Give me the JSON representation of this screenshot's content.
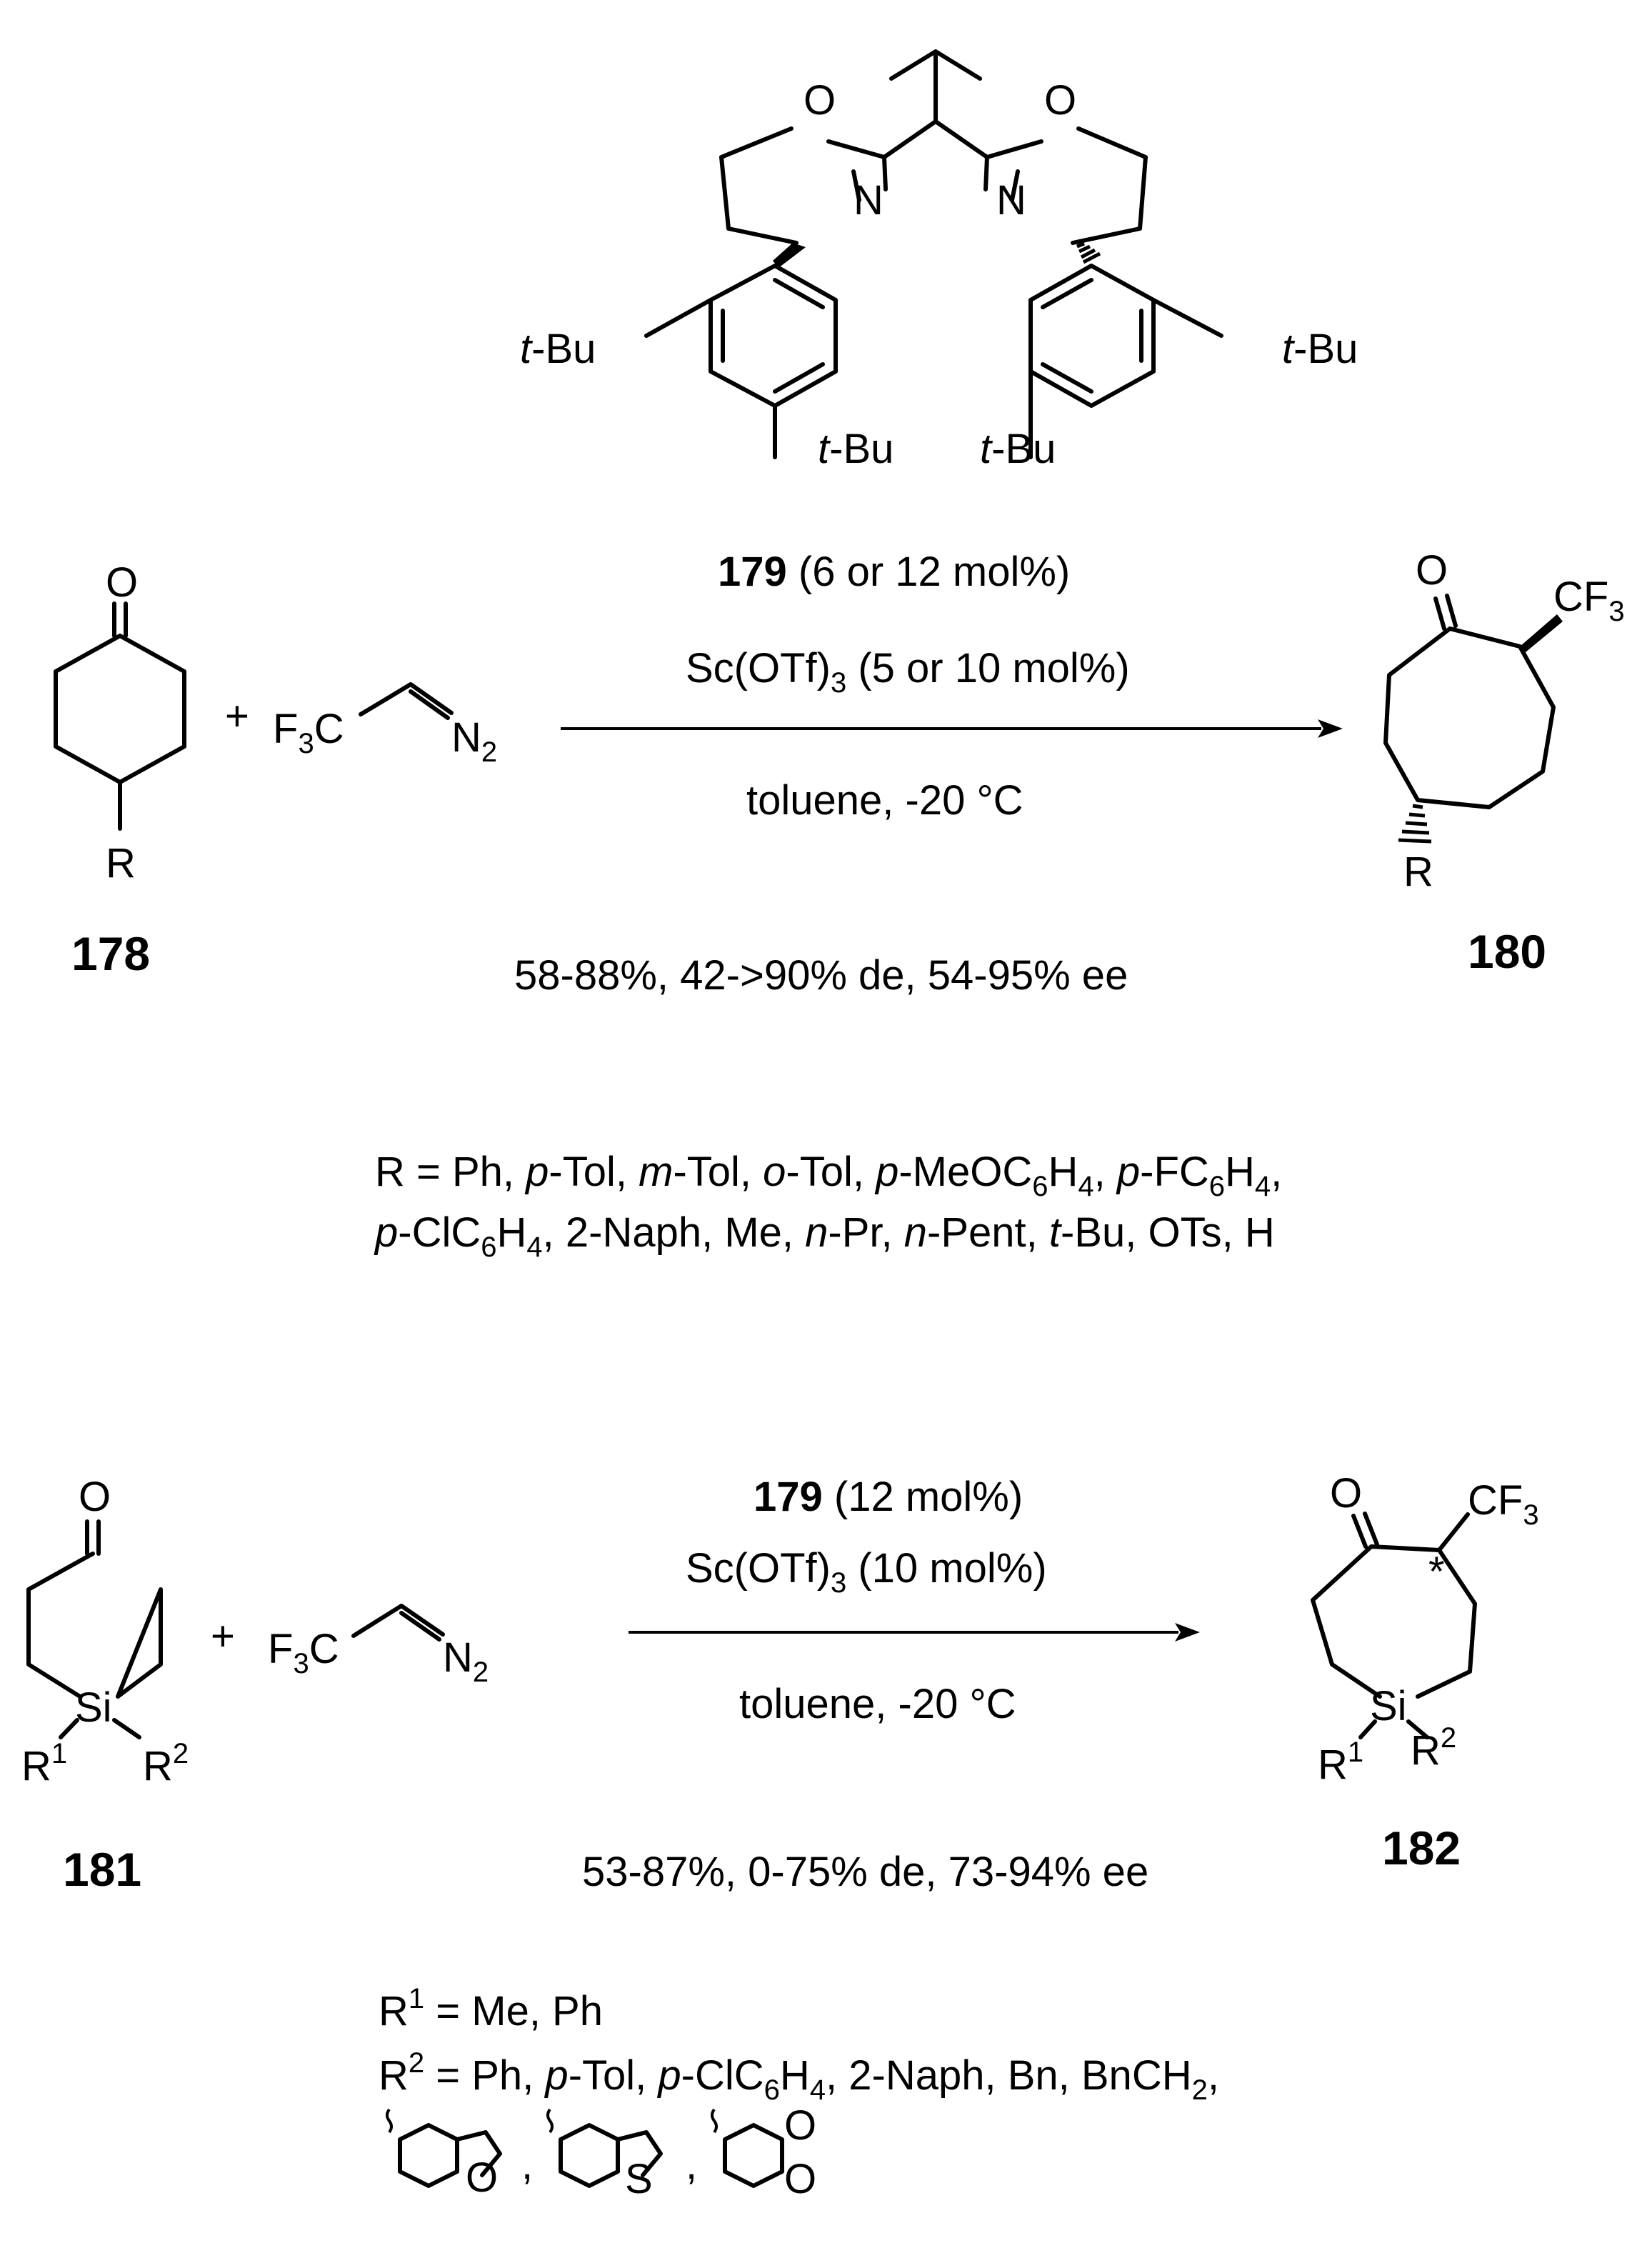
{
  "ligand": {
    "atoms": {
      "O": "O",
      "N": "N"
    },
    "tbu_prefix": "t",
    "tbu_suffix": "-Bu"
  },
  "reaction1": {
    "reactant_label": "178",
    "reactant_R": "R",
    "reactant_O": "O",
    "plus": "+",
    "diazo": {
      "f": "F",
      "f_sub": "3",
      "c": "C",
      "n": "N",
      "n_sub": "2"
    },
    "reagent_line1_bold": "179",
    "reagent_line1_rest": " (6 or 12 mol%)",
    "reagent_line2_pre": "Sc(OTf)",
    "reagent_line2_sub": "3",
    "reagent_line2_post": " (5 or 10 mol%)",
    "conditions": "toluene, -20 °C",
    "result": "58-88%, 42->90% de, 54-95% ee",
    "product_label": "180",
    "product_O": "O",
    "product_R": "R",
    "product_cf3": {
      "c": "CF",
      "sub": "3"
    }
  },
  "scope1": {
    "line1": [
      {
        "t": "R = Ph, "
      },
      {
        "t": "p",
        "i": true
      },
      {
        "t": "-Tol, "
      },
      {
        "t": "m",
        "i": true
      },
      {
        "t": "-Tol, "
      },
      {
        "t": "o",
        "i": true
      },
      {
        "t": "-Tol, "
      },
      {
        "t": "p",
        "i": true
      },
      {
        "t": "-MeOC"
      },
      {
        "t": "6",
        "s": true
      },
      {
        "t": "H"
      },
      {
        "t": "4",
        "s": true
      },
      {
        "t": ", "
      },
      {
        "t": "p",
        "i": true
      },
      {
        "t": "-FC"
      },
      {
        "t": "6",
        "s": true
      },
      {
        "t": "H"
      },
      {
        "t": "4",
        "s": true
      },
      {
        "t": ","
      }
    ],
    "line2": [
      {
        "t": "p",
        "i": true
      },
      {
        "t": "-ClC"
      },
      {
        "t": "6",
        "s": true
      },
      {
        "t": "H"
      },
      {
        "t": "4",
        "s": true
      },
      {
        "t": ", 2-Naph, Me, "
      },
      {
        "t": "n",
        "i": true
      },
      {
        "t": "-Pr, "
      },
      {
        "t": "n",
        "i": true
      },
      {
        "t": "-Pent, "
      },
      {
        "t": "t",
        "i": true
      },
      {
        "t": "-Bu, OTs, H"
      }
    ]
  },
  "reaction2": {
    "reactant_label": "181",
    "reactant_O": "O",
    "si": "Si",
    "r1": {
      "r": "R",
      "sup": "1"
    },
    "r2": {
      "r": "R",
      "sup": "2"
    },
    "plus": "+",
    "reagent_line1_bold": "179",
    "reagent_line1_rest": " (12 mol%)",
    "reagent_line2_pre": "Sc(OTf)",
    "reagent_line2_sub": "3",
    "reagent_line2_post": " (10 mol%)",
    "conditions": "toluene, -20 °C",
    "result": "53-87%, 0-75% de, 73-94% ee",
    "product_label": "182",
    "product_O": "O",
    "star": "*",
    "product_cf3": {
      "c": "CF",
      "sub": "3"
    }
  },
  "scope2": {
    "r1_line": "= Me, Ph",
    "r2_line": [
      {
        "t": "= Ph, "
      },
      {
        "t": "p",
        "i": true
      },
      {
        "t": "-Tol, "
      },
      {
        "t": "p",
        "i": true
      },
      {
        "t": "-ClC"
      },
      {
        "t": "6",
        "s": true
      },
      {
        "t": "H"
      },
      {
        "t": "4",
        "s": true
      },
      {
        "t": ", 2-Naph, Bn, BnCH"
      },
      {
        "t": "2",
        "s": true
      },
      {
        "t": ","
      }
    ],
    "hetero_O": "O",
    "hetero_S": "S",
    "comma": ","
  }
}
